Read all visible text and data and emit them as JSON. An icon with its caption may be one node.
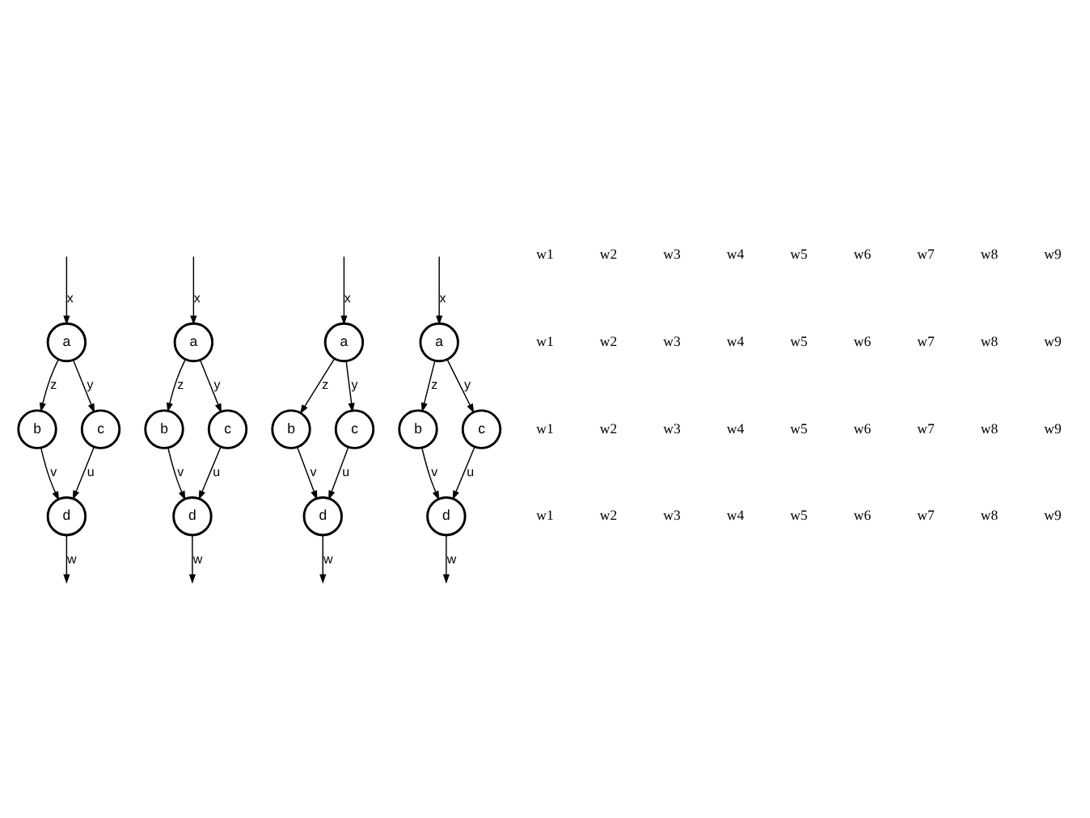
{
  "diagram": {
    "nodes": [
      {
        "text": [
          "a"
        ]
      },
      {
        "text": [
          "b"
        ]
      },
      {
        "text": [
          "c"
        ]
      },
      {
        "text": [
          "d"
        ]
      },
      {
        "text": [
          "a"
        ]
      },
      {
        "text": [
          "b"
        ]
      },
      {
        "text": [
          "c"
        ]
      },
      {
        "text": [
          "d"
        ]
      },
      {
        "text": [
          "a"
        ]
      },
      {
        "text": [
          "b"
        ]
      },
      {
        "text": [
          "c"
        ]
      },
      {
        "text": [
          "d"
        ]
      },
      {
        "text": [
          "a"
        ]
      },
      {
        "text": [
          "b"
        ]
      },
      {
        "text": [
          "c"
        ]
      },
      {
        "text": [
          "d"
        ]
      }
    ],
    "edges": [
      {
        "from": null,
        "to": 0,
        "arrow": "to",
        "label": "x"
      },
      {
        "from": 0,
        "to": 1,
        "arrow": "to",
        "label": "z"
      },
      {
        "from": 0,
        "to": 2,
        "arrow": "to",
        "label": "y"
      },
      {
        "from": 1,
        "to": 3,
        "arrow": "to",
        "label": "v"
      },
      {
        "from": 2,
        "to": 3,
        "arrow": "to",
        "label": "u"
      },
      {
        "from": 3,
        "to": null,
        "arrow": "to",
        "label": "w"
      },
      {
        "from": null,
        "to": 4,
        "arrow": "to",
        "label": "x"
      },
      {
        "from": 4,
        "to": 5,
        "arrow": "to",
        "label": "z"
      },
      {
        "from": 4,
        "to": 6,
        "arrow": "to",
        "label": "y"
      },
      {
        "from": 5,
        "to": 7,
        "arrow": "to",
        "label": "v"
      },
      {
        "from": 6,
        "to": 7,
        "arrow": "to",
        "label": "u"
      },
      {
        "from": 7,
        "to": null,
        "arrow": "to",
        "label": "w"
      },
      {
        "from": null,
        "to": 8,
        "arrow": "to",
        "label": "x"
      },
      {
        "from": 8,
        "to": 9,
        "arrow": "to",
        "label": "z"
      },
      {
        "from": 8,
        "to": 10,
        "arrow": "to",
        "label": "y"
      },
      {
        "from": 9,
        "to": 11,
        "arrow": "to",
        "label": "v"
      },
      {
        "from": 10,
        "to": 11,
        "arrow": "to",
        "label": "u"
      },
      {
        "from": 11,
        "to": null,
        "arrow": "to",
        "label": "w"
      },
      {
        "from": null,
        "to": 12,
        "arrow": "to",
        "label": "x"
      },
      {
        "from": 12,
        "to": 13,
        "arrow": "to",
        "label": "z"
      },
      {
        "from": 12,
        "to": 14,
        "arrow": "to",
        "label": "y"
      },
      {
        "from": 13,
        "to": 15,
        "arrow": "to",
        "label": "v"
      },
      {
        "from": 14,
        "to": 15,
        "arrow": "to",
        "label": "u"
      },
      {
        "from": 15,
        "to": null,
        "arrow": "to",
        "label": "w"
      }
    ],
    "labels": [
      "w1",
      "w2",
      "w3",
      "w4",
      "w5",
      "w6",
      "w7",
      "w8",
      "w9",
      "w1",
      "w2",
      "w3",
      "w4",
      "w5",
      "w6",
      "w7",
      "w8",
      "w9",
      "w1",
      "w2",
      "w3",
      "w4",
      "w5",
      "w6",
      "w7",
      "w8",
      "w9",
      "w1",
      "w2",
      "w3",
      "w4",
      "w5",
      "w6",
      "w7",
      "w8",
      "w9"
    ]
  }
}
